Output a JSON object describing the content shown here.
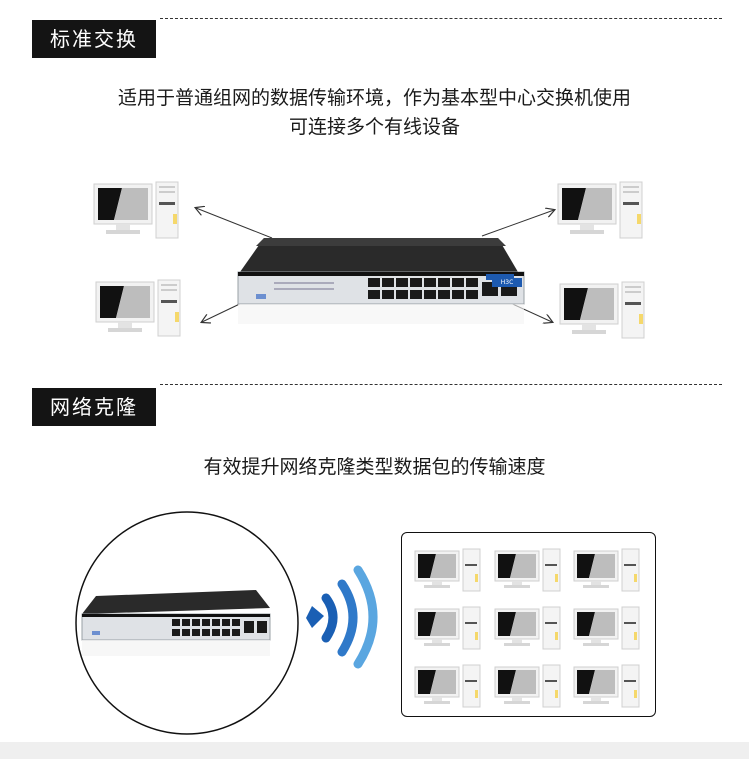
{
  "section1": {
    "tag": "标准交换",
    "description_line1": "适用于普通组网的数据传输环境，作为基本型中心交换机使用",
    "description_line2": "可连接多个有线设备"
  },
  "section2": {
    "tag": "网络克隆",
    "description": "有效提升网络克隆类型数据包的传输速度"
  },
  "device": {
    "brand_badge": "H3C"
  },
  "colors": {
    "tag_bg": "#141414",
    "wifi_blue": "#1a5fb4",
    "wifi_light_blue": "#5aa6e0"
  }
}
